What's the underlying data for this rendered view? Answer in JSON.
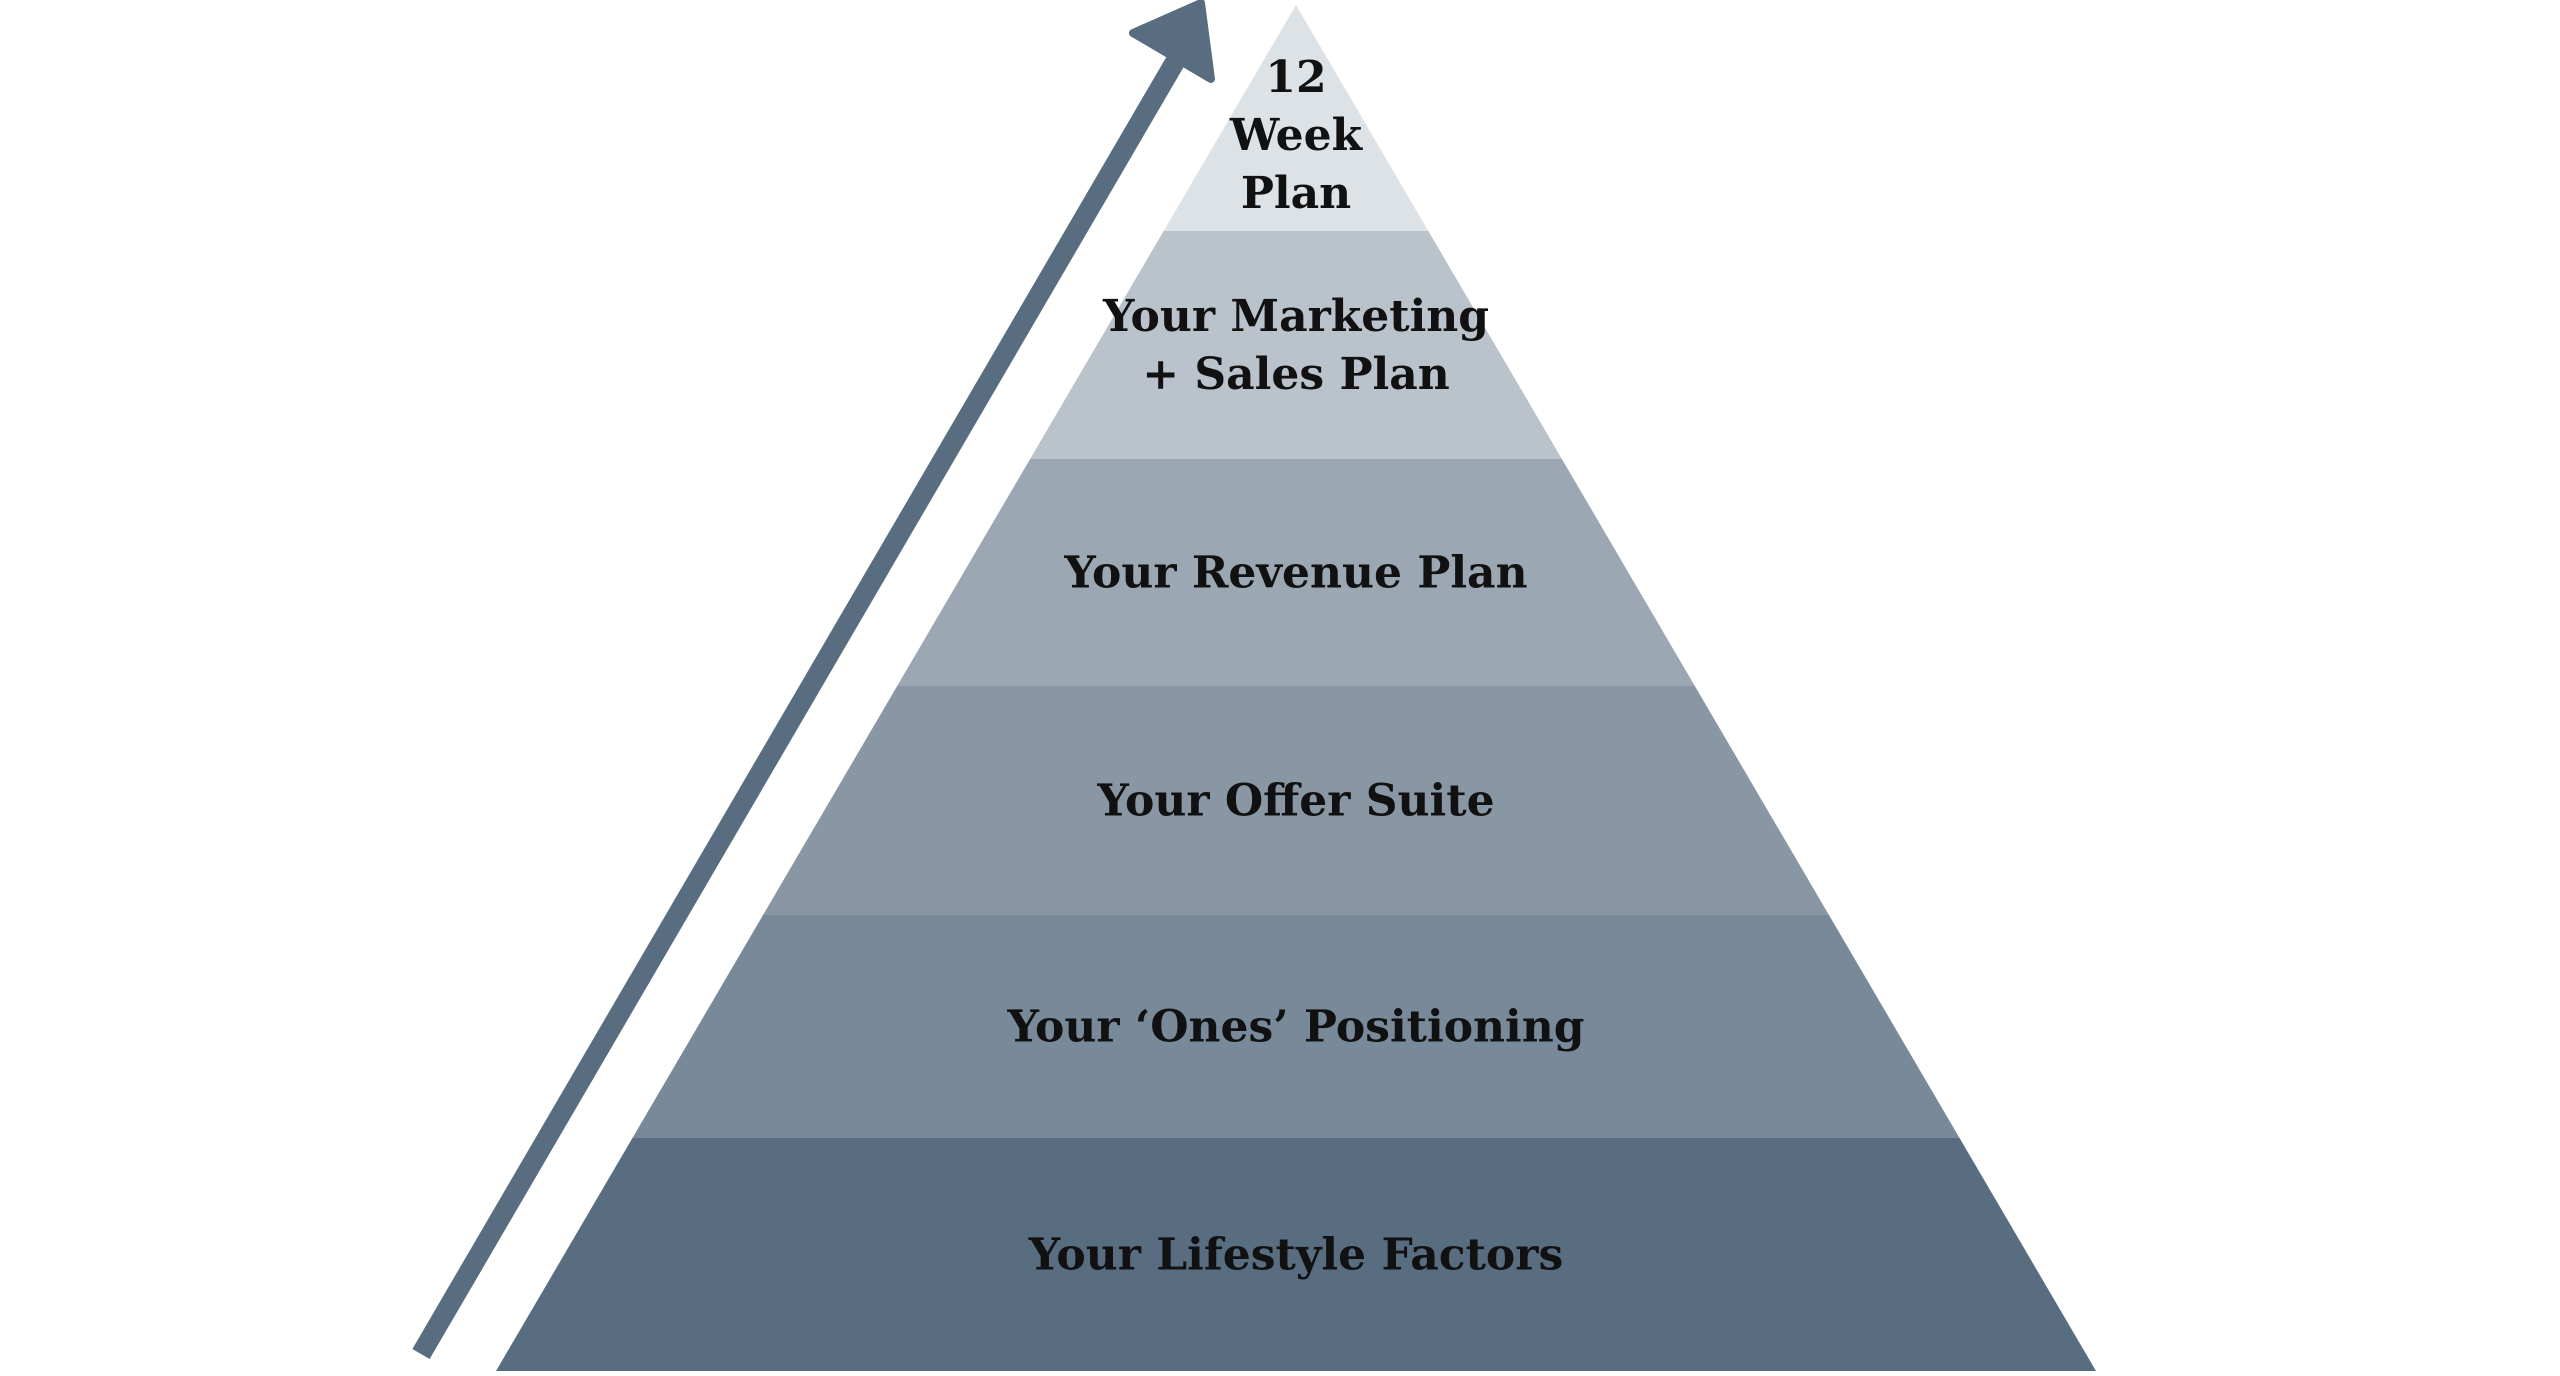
{
  "diagram": {
    "type": "pyramid",
    "direction_arrow": "pointing up along left side",
    "levels": [
      {
        "lines": [
          "12",
          "Week",
          "Plan"
        ],
        "color": "#dde2e7"
      },
      {
        "lines": [
          "Your Marketing",
          "+ Sales Plan"
        ],
        "color": "#bac3cc"
      },
      {
        "lines": [
          "Your Revenue Plan"
        ],
        "color": "#9ba7b2"
      },
      {
        "lines": [
          "Your Offer Suite"
        ],
        "color": "#8997a4"
      },
      {
        "lines": [
          "Your ‘Ones’ Positioning"
        ],
        "color": "#788a99"
      },
      {
        "lines": [
          "Your Lifestyle Factors"
        ],
        "color": "#586d80"
      }
    ],
    "arrow_color": "#586d80",
    "label_color": "#111111"
  }
}
